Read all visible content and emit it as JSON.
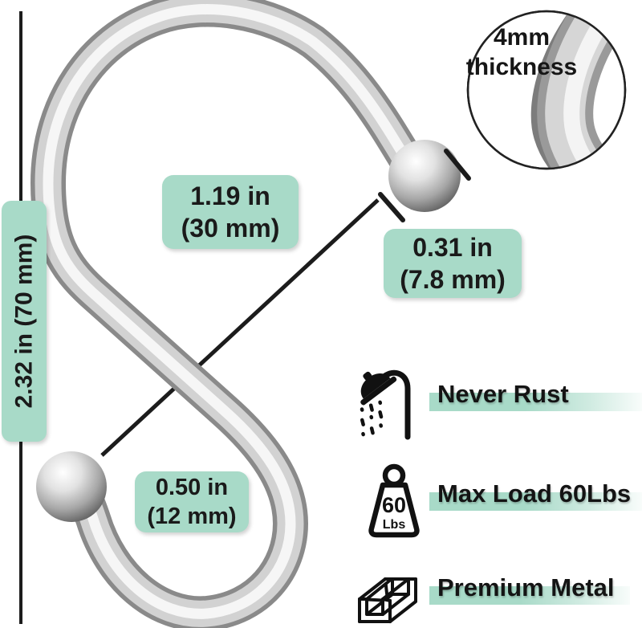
{
  "accent_color": "#a8dac8",
  "callout": {
    "line1": "4mm",
    "line2": "thickness"
  },
  "dimensions": {
    "height": "2.32 in (70 mm)",
    "opening": {
      "inches": "1.19 in",
      "metric": "(30 mm)"
    },
    "ball": {
      "inches": "0.31 in",
      "metric": "(7.8 mm)"
    },
    "bottom": {
      "inches": "0.50 in",
      "metric": "(12 mm)"
    }
  },
  "features": [
    {
      "icon": "shower-icon",
      "label": "Never Rust"
    },
    {
      "icon": "weight-icon",
      "label": "Max Load 60Lbs",
      "weight_value": "60",
      "weight_unit": "Lbs"
    },
    {
      "icon": "metal-icon",
      "label": "Premium Metal"
    }
  ]
}
